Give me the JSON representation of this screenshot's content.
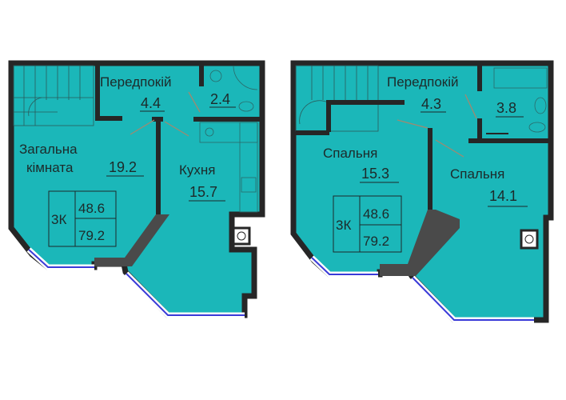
{
  "colors": {
    "floor": "#1bb7b9",
    "wall": "#262626",
    "window": "#3a3ad8",
    "pointer": "#a08a70"
  },
  "plans": [
    {
      "name": "lower-level",
      "rooms": [
        {
          "label": "Передпокій",
          "area": "4.4"
        },
        {
          "label": "",
          "area": "2.4"
        },
        {
          "label_line1": "Загальна",
          "label_line2": "кімната",
          "area": "19.2"
        },
        {
          "label": "Кухня",
          "area": "15.7"
        }
      ],
      "summary": {
        "type": "3К",
        "living_area": "48.6",
        "total_area": "79.2"
      }
    },
    {
      "name": "upper-level",
      "rooms": [
        {
          "label": "Передпокій",
          "area": "4.3"
        },
        {
          "label": "",
          "area": "3.8"
        },
        {
          "label": "Спальня",
          "area": "15.3"
        },
        {
          "label": "Спальня",
          "area": "14.1"
        }
      ],
      "summary": {
        "type": "3К",
        "living_area": "48.6",
        "total_area": "79.2"
      }
    }
  ]
}
